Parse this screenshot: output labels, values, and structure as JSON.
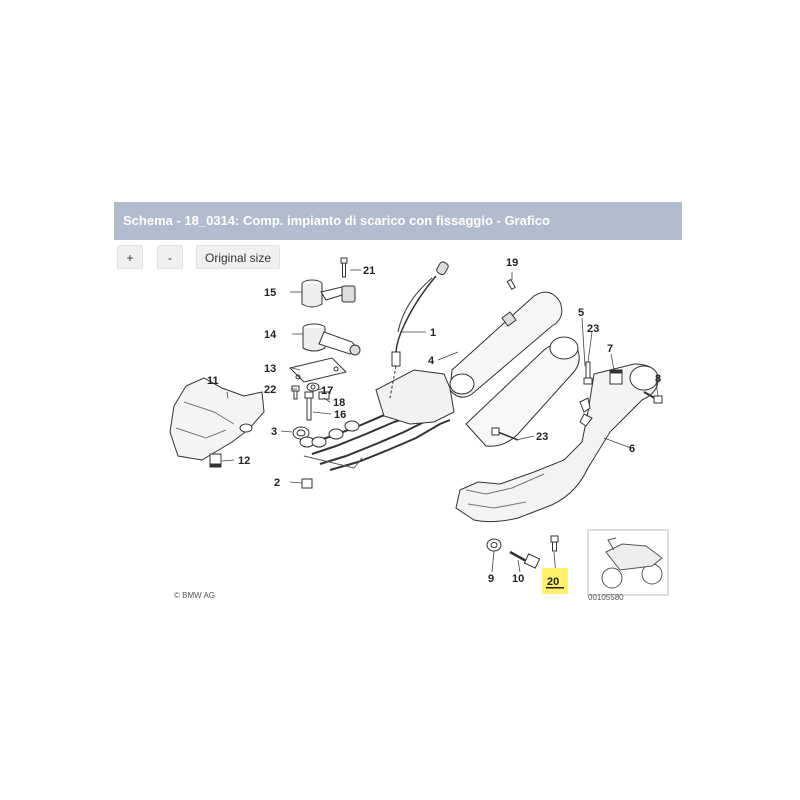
{
  "header": {
    "title": "Schema - 18_0314: Comp. impianto di scarico con fissaggio - Grafico"
  },
  "toolbar": {
    "zoom_in_label": "+",
    "zoom_out_label": "-",
    "original_size_label": "Original size"
  },
  "diagram": {
    "copyright": "© BMW AG",
    "image_code": "00105580",
    "highlighted_part": "20",
    "part_labels": {
      "p1": "1",
      "p2": "2",
      "p3": "3",
      "p4": "4",
      "p5": "5",
      "p6": "6",
      "p7": "7",
      "p8": "8",
      "p9": "9",
      "p10": "10",
      "p11": "11",
      "p12": "12",
      "p13": "13",
      "p14": "14",
      "p15": "15",
      "p16": "16",
      "p17": "17",
      "p18": "18",
      "p19": "19",
      "p20": "20",
      "p21": "21",
      "p22": "22",
      "p23a": "23",
      "p23b": "23"
    }
  },
  "colors": {
    "titlebar_bg": "#b1bcce",
    "highlight": "#fff26a"
  }
}
